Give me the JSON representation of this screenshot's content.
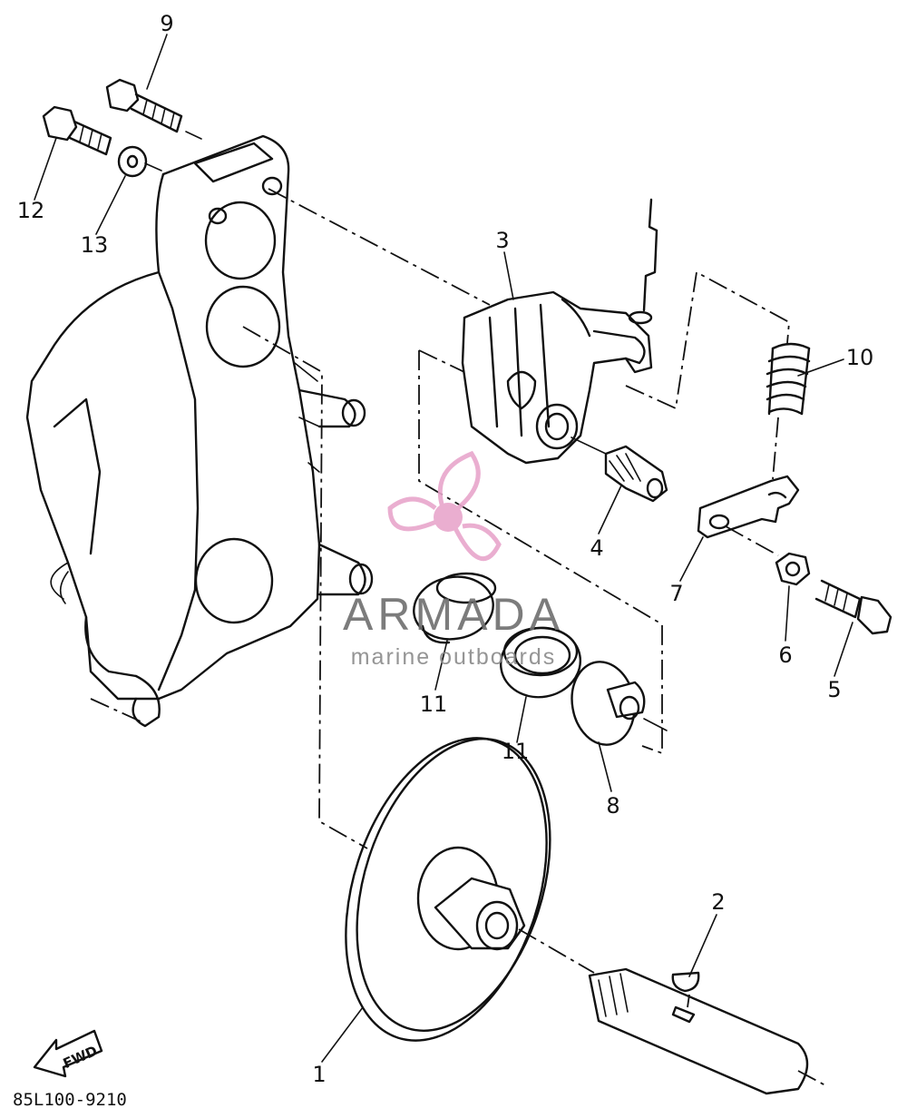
{
  "diagram": {
    "callouts": [
      "1",
      "2",
      "3",
      "4",
      "5",
      "6",
      "7",
      "8",
      "9",
      "10",
      "11",
      "11",
      "12",
      "13"
    ],
    "drawing_code": "85L100-9210",
    "fwd_label": "FWD"
  },
  "watermark": {
    "brand": "ARMADA",
    "tagline": "marine outboards",
    "color": "#e8a6cc"
  }
}
